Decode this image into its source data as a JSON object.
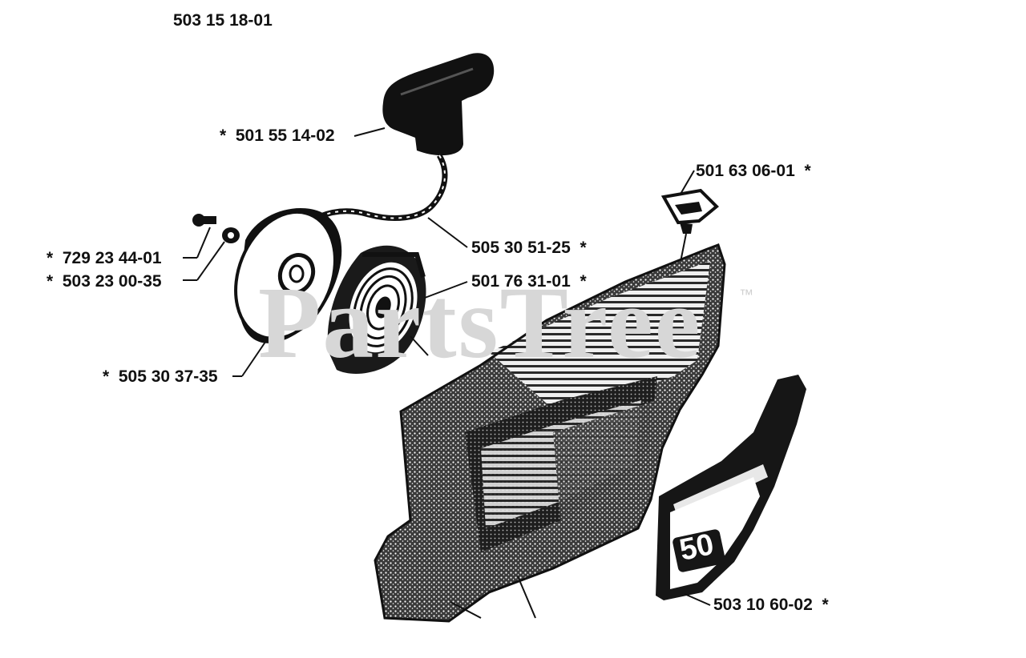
{
  "header_part": "503 15 18-01",
  "watermark": {
    "text": "PartsTree",
    "trademark": "™"
  },
  "callouts": {
    "handle": "*  501 55 14-02",
    "plug": "501 63 06-01  *",
    "screw": "*  729 23 44-01",
    "washer": "*  503 23 00-35",
    "rope": "505 30 51-25  *",
    "spring": "501 76 31-01  *",
    "pulley": "*  505 30 37-35",
    "decal": "503 10 60-02  *"
  },
  "decal_number": "50"
}
